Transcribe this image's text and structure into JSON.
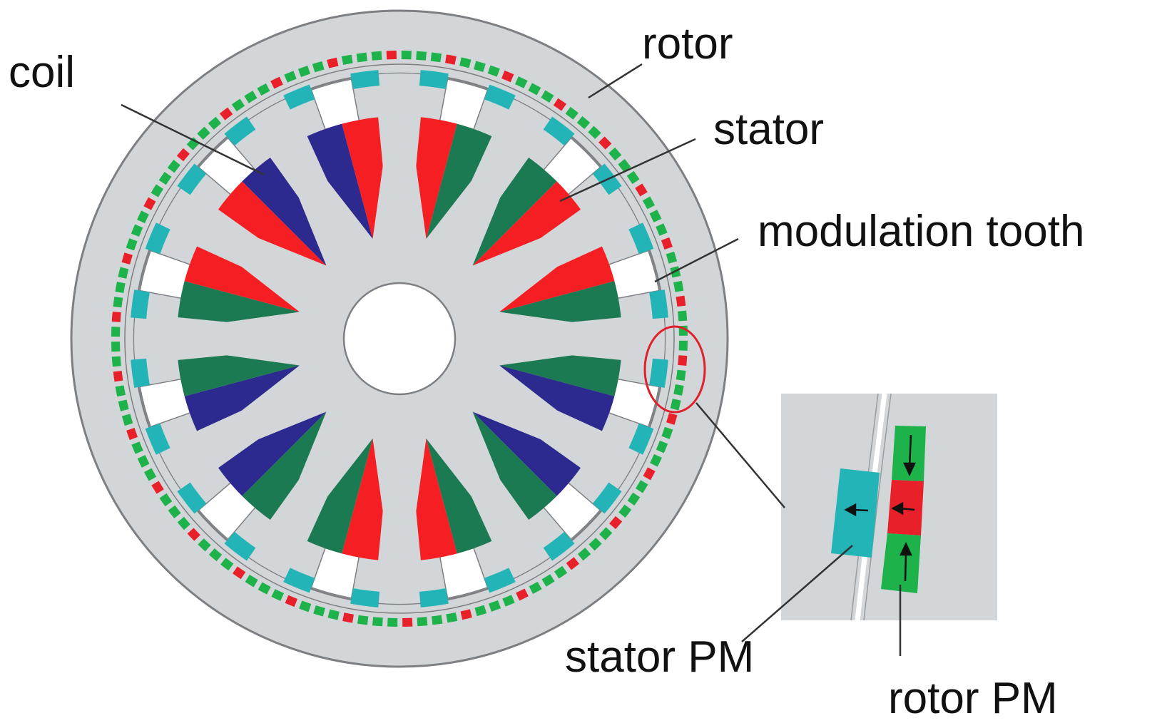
{
  "labels": {
    "coil": "coil",
    "rotor": "rotor",
    "stator": "stator",
    "modulation_tooth": "modulation tooth",
    "stator_pm": "stator PM",
    "rotor_pm": "rotor PM"
  },
  "colors": {
    "rotor_core": "#d3d6d8",
    "stator_core": "#d3d6d8",
    "outline": "#7d7f82",
    "coil_green": "#1c7a52",
    "coil_red": "#f51e23",
    "coil_blue": "#2c2a8e",
    "stator_pm": "#22b4b6",
    "rotor_pm_red": "#e8202a",
    "rotor_pm_green": "#1db24a",
    "highlight_circle": "#e0202a",
    "slot_opening": "#ffffff"
  },
  "coil_phase_sequence": [
    "red",
    "green",
    "green",
    "blue",
    "blue",
    "green",
    "green",
    "red",
    "red",
    "green",
    "green",
    "blue",
    "blue",
    "green",
    "green",
    "red",
    "red",
    "blue",
    "blue",
    "red",
    "red",
    "green",
    "green",
    "red"
  ],
  "rotor_pm_pattern": [
    "green",
    "red",
    "green",
    "green"
  ],
  "flux_arrows": "pointing toward stator (left)"
}
